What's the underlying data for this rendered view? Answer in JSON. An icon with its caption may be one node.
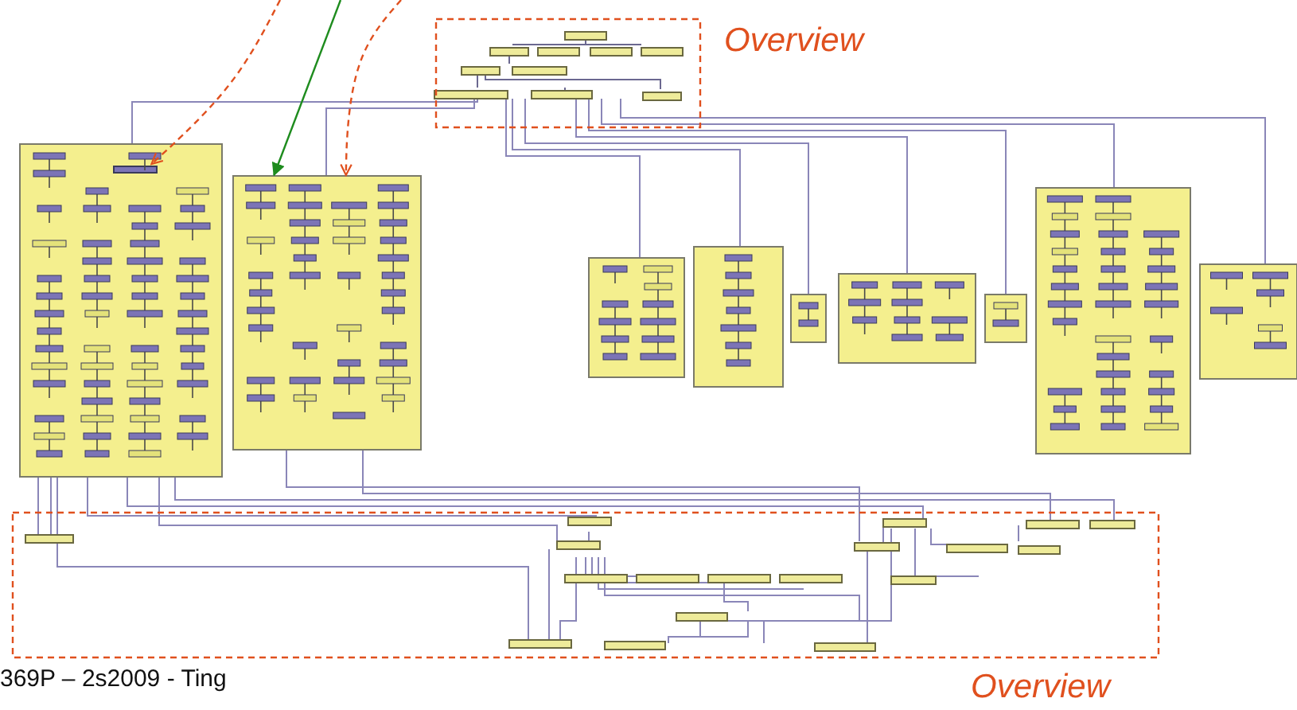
{
  "diagram": {
    "nodes": [
      {
        "text": [],
        "shape": "box"
      },
      {
        "text": [],
        "shape": "bar",
        "in": 0
      },
      {
        "text": [],
        "shape": "box"
      }
    ],
    "edges": [
      {
        "from": null,
        "to": 1,
        "arrow": "to",
        "style": "dashed"
      },
      {
        "from": null,
        "to": 2,
        "arrow": "to",
        "style": "dashed"
      },
      {
        "from": null,
        "to": 2,
        "arrow": "to",
        "color": "#1e8c1e"
      }
    ],
    "labels": [
      "Overview",
      "369P – 2s2009 - Ting",
      "Overview"
    ]
  }
}
